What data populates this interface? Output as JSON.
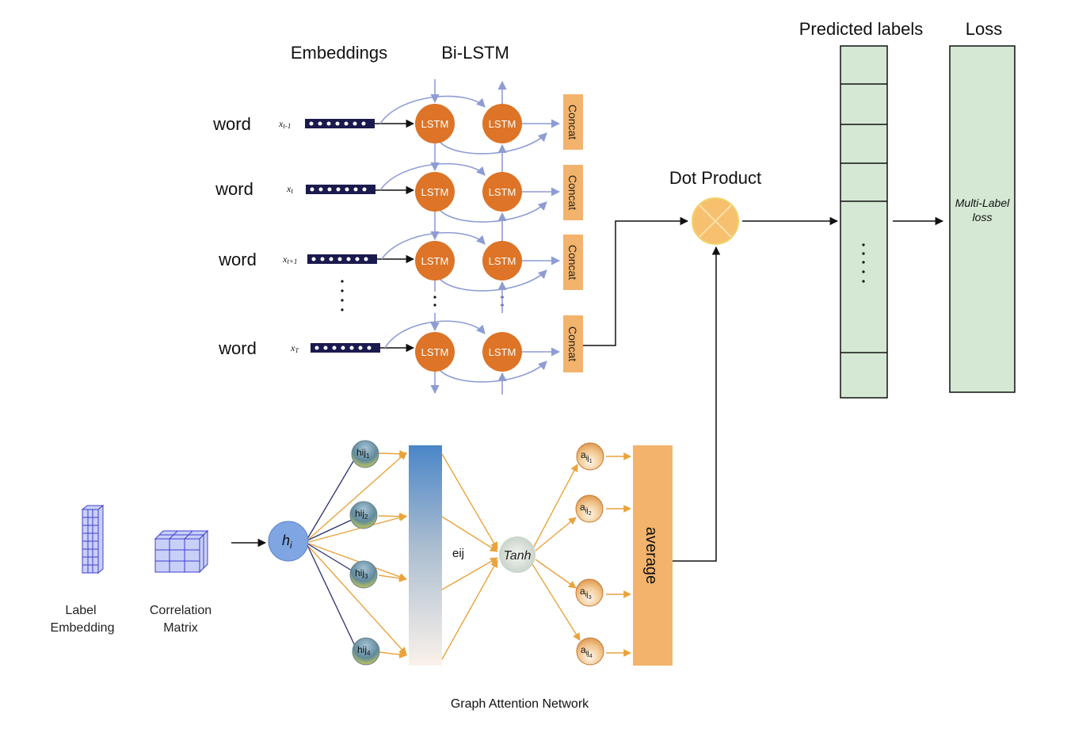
{
  "headers": {
    "embeddings": "Embeddings",
    "bilstm": "Bi-LSTM",
    "predicted_labels": "Predicted labels",
    "loss": "Loss",
    "dot_product": "Dot Product"
  },
  "rows": [
    {
      "word": "word",
      "x_base": "x",
      "x_sub": "t-1"
    },
    {
      "word": "word",
      "x_base": "x",
      "x_sub": "t"
    },
    {
      "word": "word",
      "x_base": "x",
      "x_sub": "t+1"
    },
    {
      "word": "word",
      "x_base": "x",
      "x_sub": "T"
    }
  ],
  "lstm_label": "LSTM",
  "concat_label": "Concat",
  "loss_box": {
    "line1": "Multi-Label",
    "line2": "loss"
  },
  "gat": {
    "hi": "h",
    "hi_sub": "i",
    "h_nodes": [
      {
        "base": "hij",
        "sub": "1"
      },
      {
        "base": "hij",
        "sub": "2"
      },
      {
        "base": "hij",
        "sub": "3"
      },
      {
        "base": "hij",
        "sub": "4"
      }
    ],
    "eij": "eij",
    "tanh": "Tanh",
    "a_nodes": [
      {
        "base": "a",
        "sub": "ij",
        "subsub": "1"
      },
      {
        "base": "a",
        "sub": "ij",
        "subsub": "2"
      },
      {
        "base": "a",
        "sub": "ij",
        "subsub": "3"
      },
      {
        "base": "a",
        "sub": "ij",
        "subsub": "4"
      }
    ],
    "average": "average",
    "caption": "Graph Attention Network"
  },
  "left_labels": {
    "label_embedding_1": "Label",
    "label_embedding_2": "Embedding",
    "correlation_1": "Correlation",
    "correlation_2": "Matrix"
  },
  "colors": {
    "lstm_fill": "#dd7427",
    "concat_fill": "#f3b36c",
    "arrow_blue": "#8f9cd3",
    "arrow_orange": "#e9a33e",
    "pred_fill": "#d5e8d4",
    "dot_fill": "#f6c06e",
    "hi_fill": "#7fa6e3",
    "embedding_dark": "#1a1a4e",
    "navy_line": "#2b2f6b"
  }
}
